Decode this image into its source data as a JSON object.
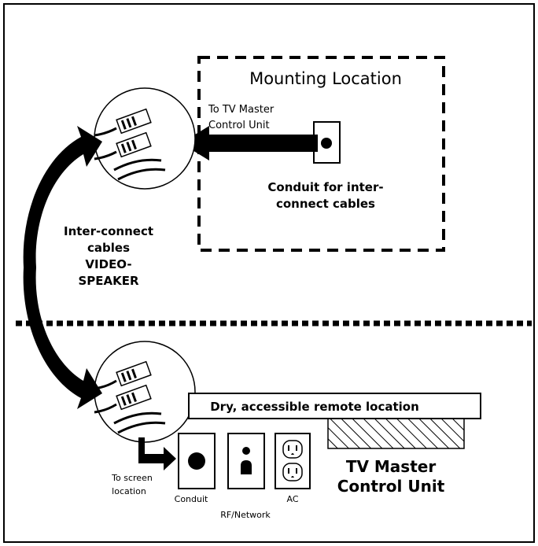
{
  "mounting": {
    "title": "Mounting Location",
    "to_tv_line1": "To TV Master",
    "to_tv_line2": "Control Unit",
    "conduit_line1": "Conduit for inter-",
    "conduit_line2": "connect cables"
  },
  "interconnect": {
    "line1": "Inter-connect",
    "line2": "cables",
    "line3": "VIDEO-",
    "line4": "SPEAKER"
  },
  "remote": {
    "shelf_label": "Dry, accessible remote location",
    "to_screen_line1": "To screen",
    "to_screen_line2": "location",
    "conduit_label": "Conduit",
    "rf_label": "RF/Network",
    "ac_label": "AC",
    "unit_line1": "TV Master",
    "unit_line2": "Control Unit"
  }
}
